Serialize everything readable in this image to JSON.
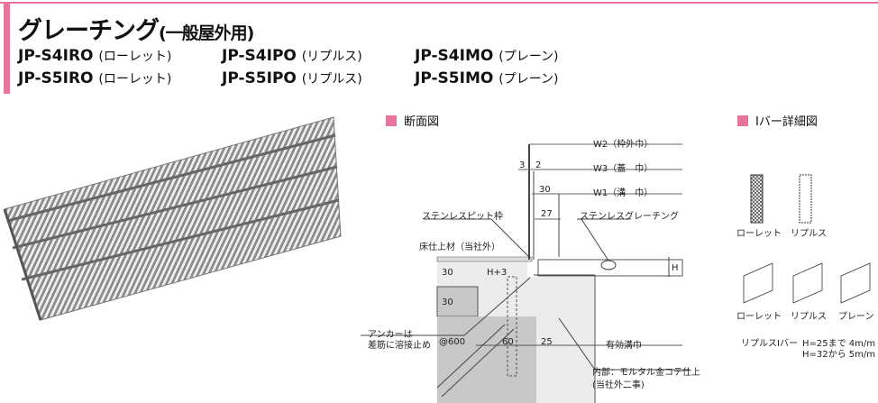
{
  "title": {
    "main": "グレーチング",
    "sub": "(一般屋外用)"
  },
  "models": [
    [
      {
        "code": "JP-S4IRO",
        "type": "(ローレット)"
      },
      {
        "code": "JP-S4IPO",
        "type": "(リプルス)"
      },
      {
        "code": "JP-S4IMO",
        "type": "(プレーン)"
      }
    ],
    [
      {
        "code": "JP-S5IRO",
        "type": "(ローレット)"
      },
      {
        "code": "JP-S5IPO",
        "type": "(リプルス)"
      },
      {
        "code": "JP-S5IMO",
        "type": "(プレーン)"
      }
    ]
  ],
  "section": {
    "heading": "断面図",
    "labels": {
      "w2": "W2（枠外巾）",
      "w3": "W3（蓋　巾）",
      "w1": "W1（溝　巾）",
      "d3": "3",
      "d2": "2",
      "d30": "30",
      "d27": "27",
      "pit": "ステンレスピット枠",
      "grating": "ステンレスグレーチング",
      "floor": "床仕上材（当社外）",
      "v30a": "30",
      "v30b": "30",
      "h3": "H+3",
      "h": "H",
      "anchor1": "アンカーは",
      "anchor2": "差筋に溶接止め",
      "pitch": "@600",
      "d60": "60",
      "d25": "25",
      "eff": "有効溝巾",
      "inner1": "内部：モルタル金コテ仕上",
      "inner2": "(当社外二事)"
    }
  },
  "detail": {
    "heading": "Iバー詳細図",
    "top_labels": [
      "ローレット",
      "リプルス"
    ],
    "bottom_labels": [
      "ローレット",
      "リプルス",
      "プレーン"
    ],
    "note_label": "リプルスIバー",
    "note1": "H=25まで 4m/m",
    "note2": "H=32から 5m/m"
  },
  "colors": {
    "accent": "#e8739b"
  }
}
